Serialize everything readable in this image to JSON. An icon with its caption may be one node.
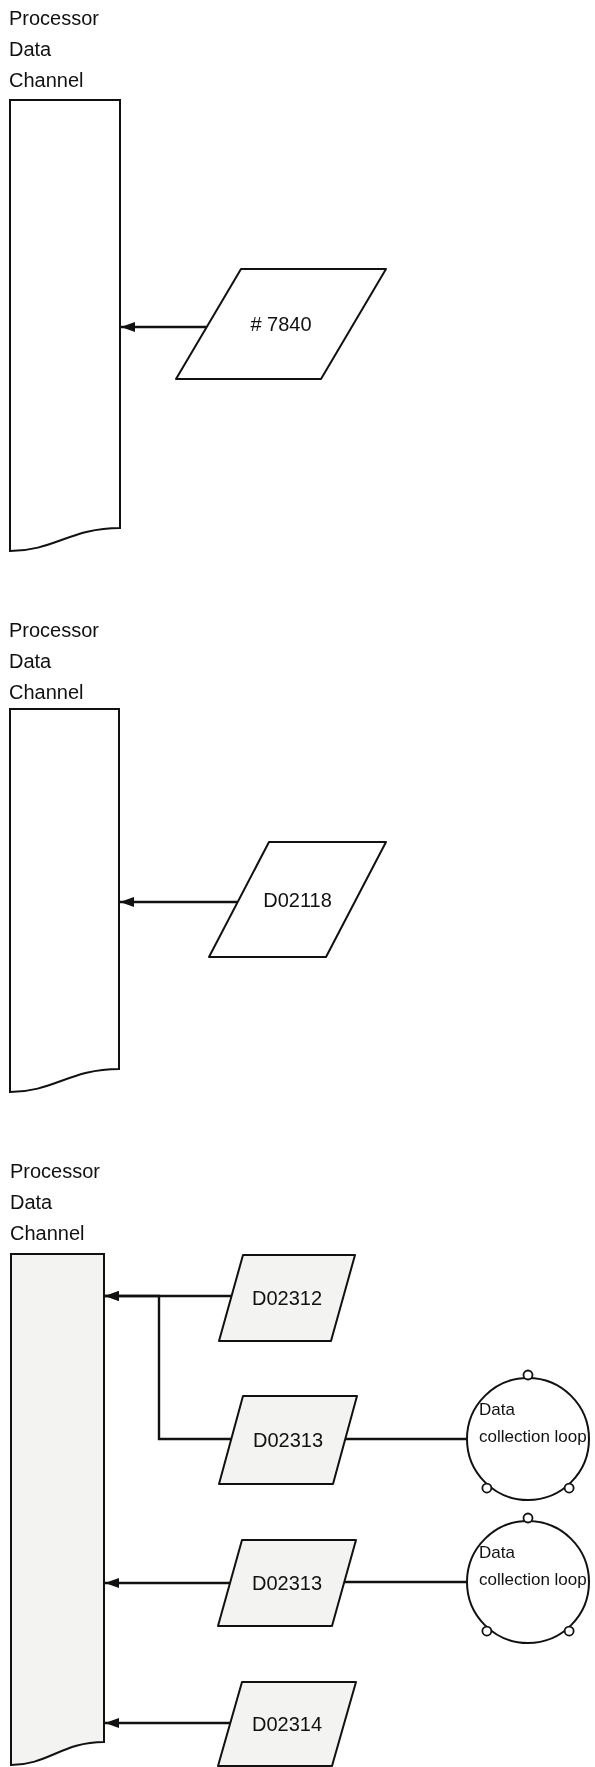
{
  "diagram": {
    "nodes": [
      {
        "text": [
          "Processor Data Channel"
        ]
      },
      {
        "text": [
          "# 7840"
        ]
      },
      {
        "text": [
          "Processor Data Channel"
        ]
      },
      {
        "text": [
          "D02118"
        ]
      },
      {
        "text": [
          "Processor Data Channel"
        ]
      },
      {
        "text": [
          "D02312"
        ]
      },
      {
        "text": [
          "D02313"
        ]
      },
      {
        "text": [
          "Data collection loop"
        ]
      },
      {
        "text": [
          "D02313"
        ]
      },
      {
        "text": [
          "Data collection loop"
        ]
      },
      {
        "text": [
          "D02314"
        ]
      }
    ],
    "edges": [
      {
        "from": 1,
        "to": 0,
        "arrow": "to"
      },
      {
        "from": 3,
        "to": 2,
        "arrow": "to"
      },
      {
        "from": 5,
        "to": 4,
        "arrow": "to"
      },
      {
        "from": 6,
        "to": 4,
        "arrow": "to"
      },
      {
        "from": 6,
        "to": 7,
        "arrow": "none"
      },
      {
        "from": 8,
        "to": 4,
        "arrow": "to"
      },
      {
        "from": 8,
        "to": 9,
        "arrow": "none"
      },
      {
        "from": 10,
        "to": 4,
        "arrow": "to"
      }
    ]
  }
}
